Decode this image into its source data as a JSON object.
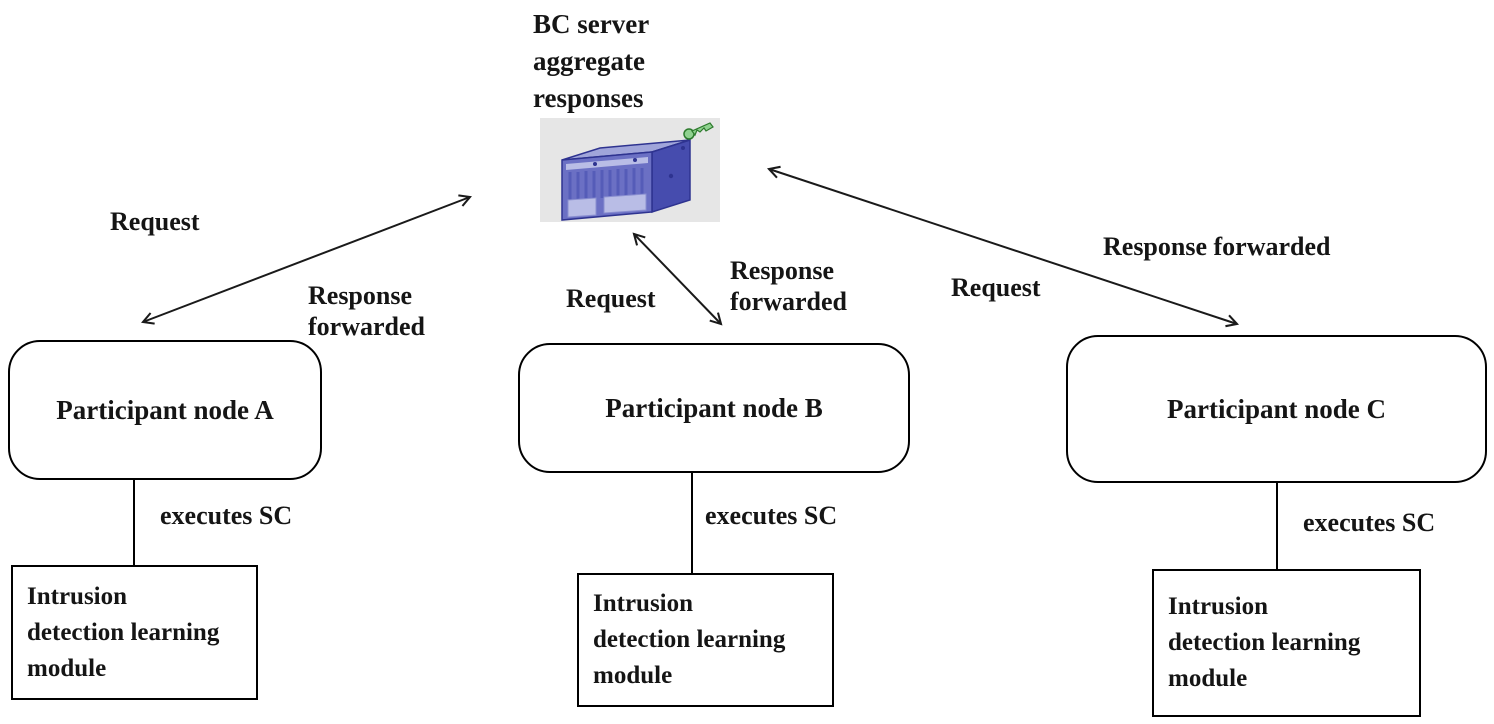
{
  "title": {
    "line1": "BC server",
    "line2": "aggregate",
    "line3": "responses"
  },
  "server": {
    "icon": "server-cube-icon"
  },
  "links": [
    {
      "request": "Request",
      "response_line1": "Response",
      "response_line2": "forwarded"
    },
    {
      "request": "Request",
      "response_line1": "Response",
      "response_line2": "forwarded"
    },
    {
      "request": "Request",
      "response_line1": "Response forwarded",
      "response_line2": ""
    }
  ],
  "participants": [
    {
      "name": "Participant node A",
      "executes": "executes SC",
      "module_line1": "Intrusion",
      "module_line2": "detection learning",
      "module_line3": "module"
    },
    {
      "name": "Participant node B",
      "executes": "executes SC",
      "module_line1": "Intrusion",
      "module_line2": "detection learning",
      "module_line3": "module"
    },
    {
      "name": "Participant node C",
      "executes": "executes SC",
      "module_line1": "Intrusion",
      "module_line2": "detection learning",
      "module_line3": "module"
    }
  ],
  "colors": {
    "text": "#151515",
    "line": "#1a1a1a",
    "icon_background": "#e6e6e6",
    "cube_front": "#6b70c4",
    "cube_top": "#a0a5da",
    "cube_side": "#464cae",
    "cube_outline": "#2e3390",
    "cube_panel": "#b9bde6",
    "key_green": "#8fd18f"
  }
}
